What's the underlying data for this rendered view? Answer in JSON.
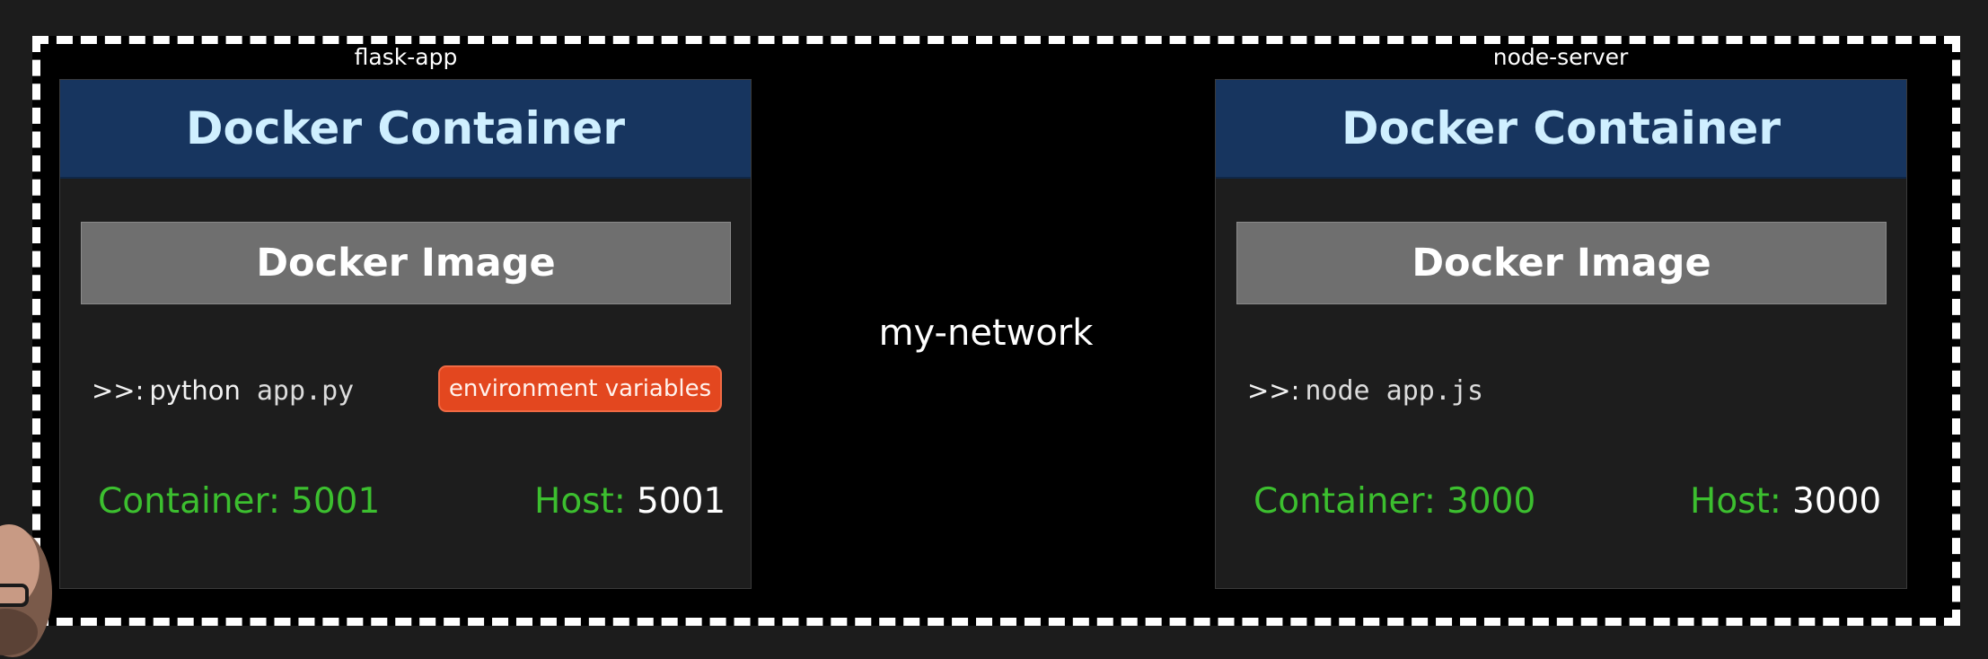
{
  "network": {
    "label": "my-network"
  },
  "containers": [
    {
      "name": "flask-app",
      "header": "Docker Container",
      "image": "Docker Image",
      "prompt": ">>:",
      "command_word": "python",
      "command_code": "app.py",
      "badge": "environment variables",
      "container_label": "Container:",
      "container_port": "5001",
      "host_label": "Host:",
      "host_port": "5001"
    },
    {
      "name": "node-server",
      "header": "Docker Container",
      "image": "Docker Image",
      "prompt": ">>:",
      "command_code": "node app.js",
      "container_label": "Container:",
      "container_port": "3000",
      "host_label": "Host:",
      "host_port": "3000"
    }
  ],
  "colors": {
    "header_bg": "#17355f",
    "image_bg": "#6f6f6f",
    "port_green": "#3cbf2f",
    "badge_orange": "#e3471f"
  }
}
